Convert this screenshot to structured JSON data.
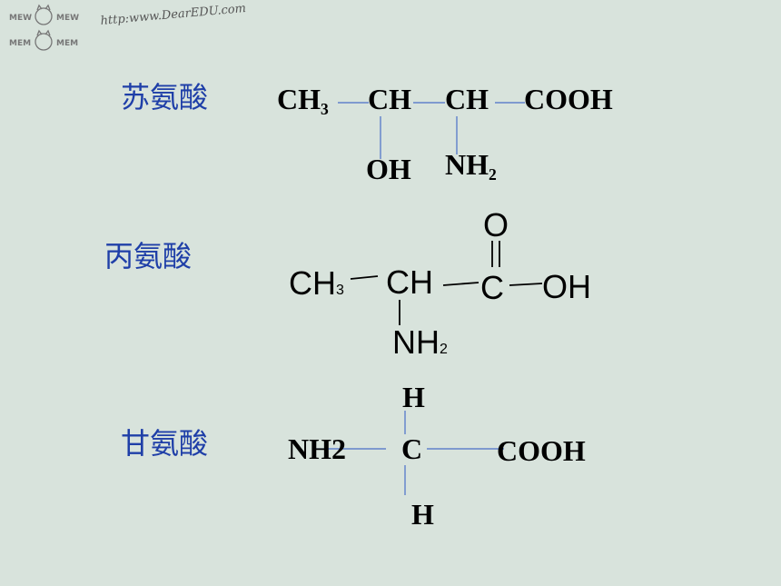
{
  "header": {
    "logo_text": [
      "MEW",
      "MEW",
      "MEM",
      "MEM"
    ],
    "url": "http:www.DearEDU.com"
  },
  "threonine": {
    "name": "苏氨酸",
    "groups": [
      "CH",
      "CH",
      "CH",
      "COOH"
    ],
    "ch3_subscript": "3",
    "oh": "OH",
    "nh2": "NH",
    "nh2_subscript": "2",
    "line_color": "#4a6fc7"
  },
  "alanine": {
    "name": "丙氨酸",
    "ch3": "CH",
    "ch3_subscript": "3",
    "ch": "CH",
    "c": "C",
    "o": "O",
    "oh": "OH",
    "nh2": "NH",
    "nh2_subscript": "2"
  },
  "glycine": {
    "name": "甘氨酸",
    "nh2": "NH2",
    "c": "C",
    "cooh": "COOH",
    "h_top": "H",
    "h_bottom": "H",
    "line_color": "#4a6fc7"
  }
}
